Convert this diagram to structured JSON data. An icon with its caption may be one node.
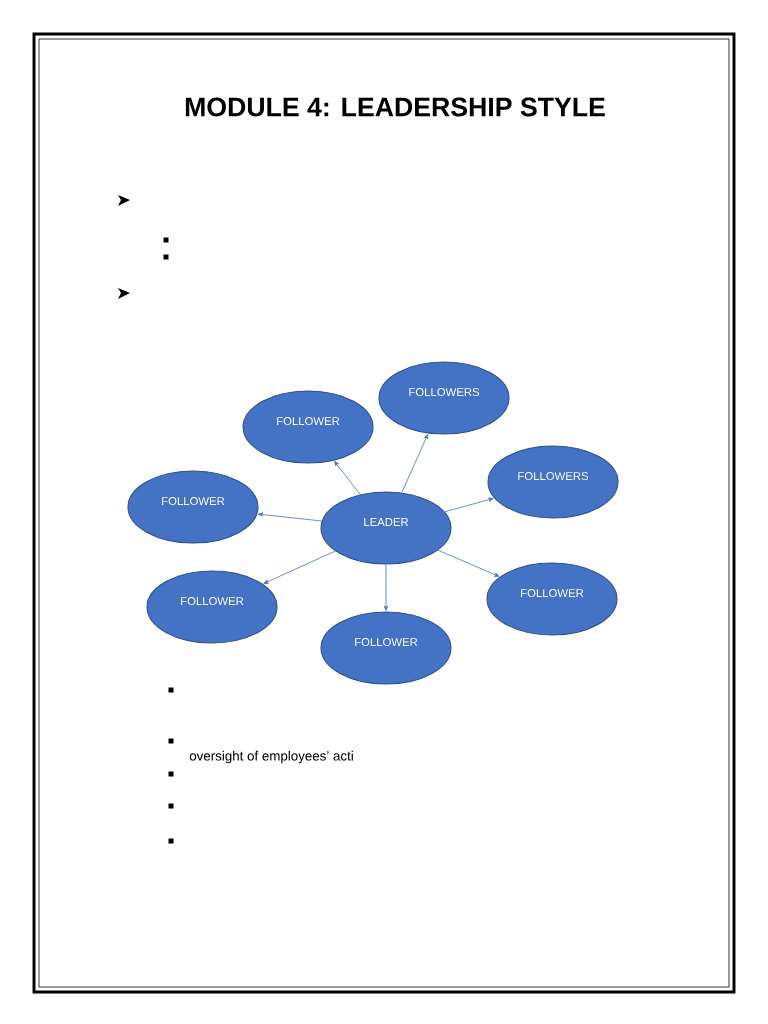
{
  "diagram": {
    "title": "MODULE 4: LEADERSHIP STYLE",
    "nodes": [
      {
        "text": [
          "FOLLOWERS"
        ]
      },
      {
        "text": [
          "FOLLOWER"
        ]
      },
      {
        "text": [
          "FOLLOWERS"
        ]
      },
      {
        "text": [
          "FOLLOWER"
        ]
      },
      {
        "text": [
          "LEADER"
        ]
      },
      {
        "text": [
          "FOLLOWER"
        ]
      },
      {
        "text": [
          "FOLLOWER"
        ]
      },
      {
        "text": [
          "FOLLOWER"
        ]
      }
    ],
    "edges": [
      {
        "from": 4,
        "to": 0,
        "arrow": "to"
      },
      {
        "from": 4,
        "to": 1,
        "arrow": "to"
      },
      {
        "from": 4,
        "to": 2,
        "arrow": "to"
      },
      {
        "from": 4,
        "to": 3,
        "arrow": "to"
      },
      {
        "from": 4,
        "to": 5,
        "arrow": "to"
      },
      {
        "from": 4,
        "to": 6,
        "arrow": "to"
      },
      {
        "from": 4,
        "to": 7,
        "arrow": "to"
      }
    ],
    "labels": [
      "oversight of employees’ acti"
    ]
  }
}
